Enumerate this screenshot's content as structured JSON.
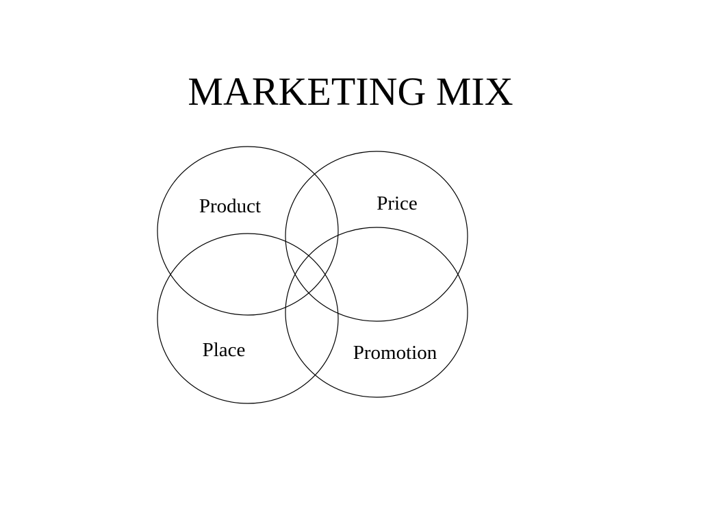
{
  "slide": {
    "title": "MARKETING MIX"
  },
  "diagram": {
    "circles": [
      {
        "key": "product",
        "label": "Product"
      },
      {
        "key": "price",
        "label": "Price"
      },
      {
        "key": "place",
        "label": "Place"
      },
      {
        "key": "promotion",
        "label": "Promotion"
      }
    ]
  },
  "colors": {
    "background": "#ffffff",
    "stroke": "#000000",
    "text": "#000000"
  }
}
